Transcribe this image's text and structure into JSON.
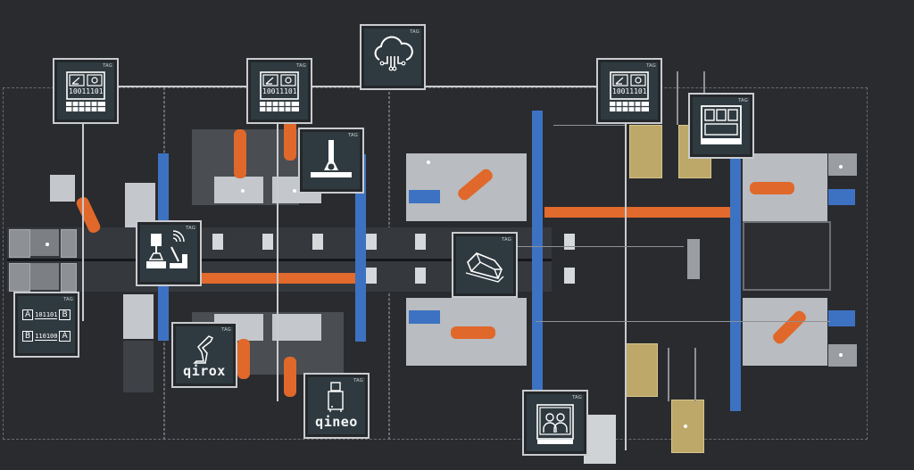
{
  "diagram": {
    "title": "Connected robotic welding cell layout",
    "tag_label": "TAG",
    "colors": {
      "background": "#2a2b2f",
      "tile_fill": "#2f3a40",
      "tile_border": "#c9cbcf",
      "robot": "#e26a2c",
      "rail": "#3d72c2",
      "positioner": "#bda869"
    },
    "tiles": [
      {
        "id": "controller-1",
        "icon": "controller-binary-icon",
        "binary_text": "10011101"
      },
      {
        "id": "controller-2",
        "icon": "controller-binary-icon",
        "binary_text": "10011101"
      },
      {
        "id": "cloud",
        "icon": "cloud-network-icon"
      },
      {
        "id": "controller-3",
        "icon": "controller-binary-icon",
        "binary_text": "10011101"
      },
      {
        "id": "workflow",
        "icon": "process-modules-icon"
      },
      {
        "id": "welding-torch",
        "icon": "welding-torch-icon"
      },
      {
        "id": "sensor-welding",
        "icon": "sensor-welding-icon"
      },
      {
        "id": "workpiece",
        "icon": "workpiece-3d-icon"
      },
      {
        "id": "data-exchange",
        "icon": "data-exchange-icon",
        "rows": [
          {
            "left": "A",
            "bits": "101101",
            "right": "B"
          },
          {
            "left": "B",
            "bits": "110100",
            "right": "A"
          }
        ]
      },
      {
        "id": "qirox",
        "icon": "robot-arm-icon",
        "brand": "QIROX"
      },
      {
        "id": "qineo",
        "icon": "welding-power-source-icon",
        "brand": "QINEO"
      },
      {
        "id": "operators",
        "icon": "operators-screen-icon"
      }
    ]
  }
}
